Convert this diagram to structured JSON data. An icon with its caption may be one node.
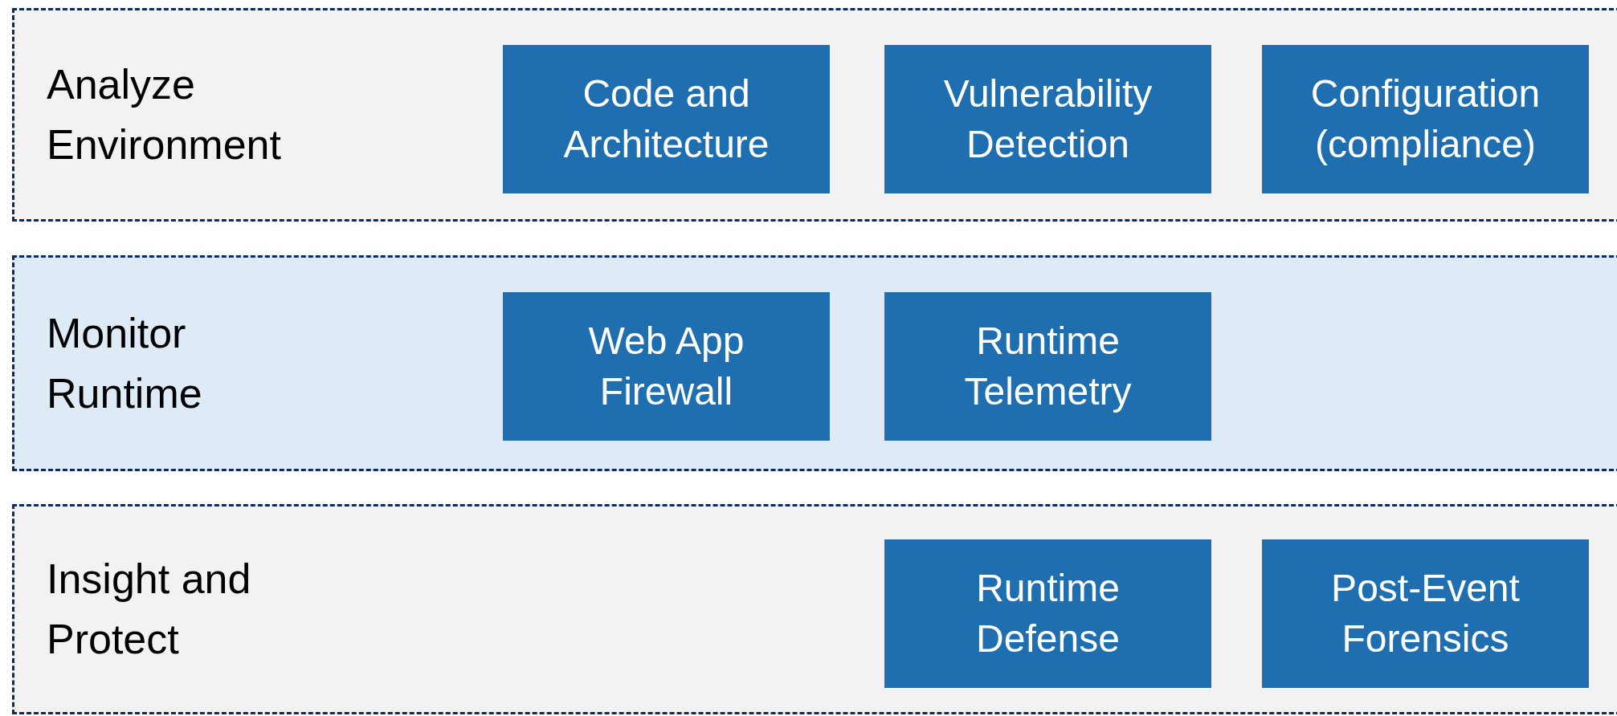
{
  "diagram": {
    "nodes": [
      {
        "text": [
          "Analyze Environment"
        ]
      },
      {
        "text": [
          "Code and Architecture"
        ],
        "in": 0
      },
      {
        "text": [
          "Vulnerability Detection"
        ],
        "in": 0
      },
      {
        "text": [
          "Configuration (compliance)"
        ],
        "in": 0
      },
      {
        "text": [
          "Monitor Runtime"
        ]
      },
      {
        "text": [
          "Web App Firewall"
        ],
        "in": 4
      },
      {
        "text": [
          "Runtime Telemetry"
        ],
        "in": 4
      },
      {
        "text": [
          "Insight and Protect"
        ]
      },
      {
        "text": [
          "Runtime Defense"
        ],
        "in": 7
      },
      {
        "text": [
          "Post-Event Forensics"
        ],
        "in": 7
      }
    ]
  }
}
